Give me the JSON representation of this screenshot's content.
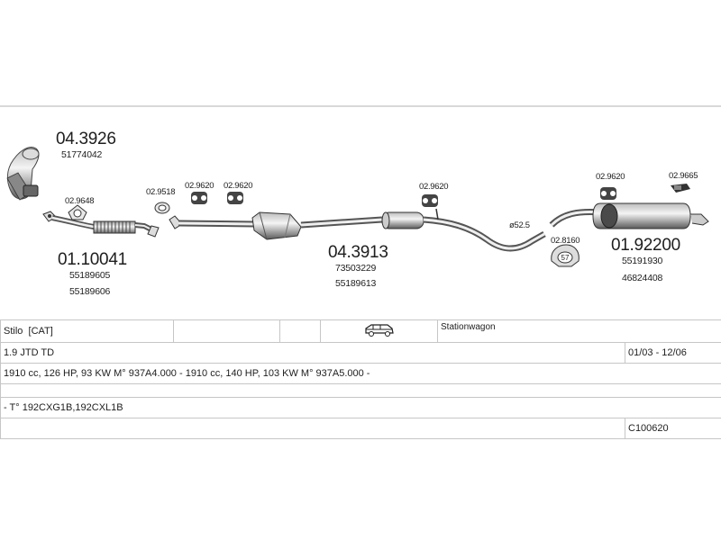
{
  "parts": {
    "p1": {
      "number": "04.3926",
      "refs": [
        "51774042"
      ]
    },
    "p2": {
      "number": "01.10041",
      "refs": [
        "55189605",
        "55189606"
      ]
    },
    "p3": {
      "number": "04.3913",
      "refs": [
        "73503229",
        "55189613"
      ]
    },
    "p4": {
      "number": "01.92200",
      "refs": [
        "55191930",
        "46824408"
      ]
    }
  },
  "small_parts": {
    "s_9648": "02.9648",
    "s_9518": "02.9518",
    "s_9620a": "02.9620",
    "s_9620b": "02.9620",
    "s_9620c": "02.9620",
    "s_9620d": "02.9620",
    "s_9665": "02.9665",
    "s_8160": "02.8160"
  },
  "dimension_label": "ø52.5",
  "clamp_size": "57",
  "spec": {
    "model": "Stilo",
    "model_tag": "[CAT]",
    "vehicle_icon": "station-wagon-car-icon",
    "body_type": "Stationwagon",
    "engine": "1.9 JTD TD",
    "years": "01/03 - 12/06",
    "engine_details": "1910 cc, 126 HP, 93 KW M° 937A4.000 - 1910 cc, 140 HP, 103 KW M° 937A5.000 -",
    "type_codes": "- T° 192CXG1B,192CXL1B",
    "catalog_code": "C100620"
  }
}
